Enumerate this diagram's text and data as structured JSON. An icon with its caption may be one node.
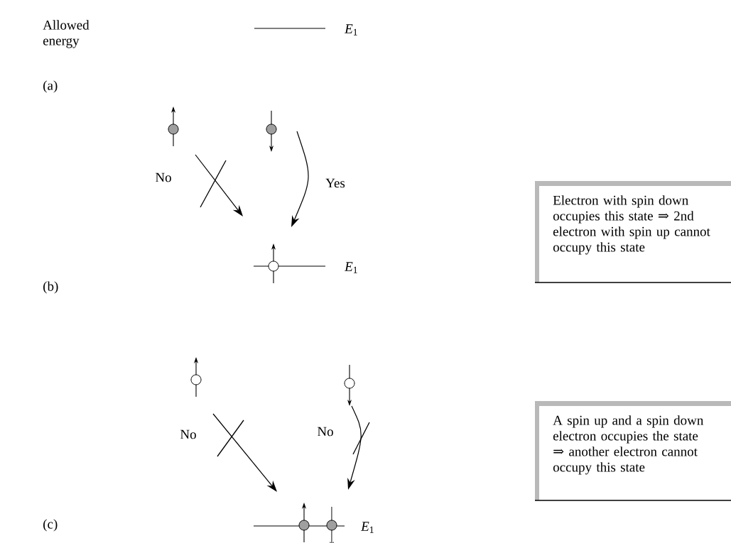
{
  "diagram": {
    "nodes": [
      {
        "text": [],
        "shape": "circle"
      },
      {
        "text": [],
        "shape": "circle"
      },
      {
        "text": [],
        "shape": "circle"
      },
      {
        "text": [
          "Electron with spin down occupies this state ⇒ 2nd electron with spin up cannot occupy this state"
        ]
      },
      {
        "text": [],
        "shape": "circle"
      },
      {
        "text": [],
        "shape": "circle"
      },
      {
        "text": [],
        "shape": "circle"
      },
      {
        "text": [],
        "shape": "circle"
      },
      {
        "text": [
          "A spin up and a spin down electron occupies the state ⇒ another electron cannot occupy this state"
        ]
      }
    ],
    "edges": [
      {
        "from": 0,
        "to": 2,
        "arrow": "to",
        "label": "No"
      },
      {
        "from": 1,
        "to": 2,
        "arrow": "to",
        "label": "Yes"
      },
      {
        "from": 4,
        "to": 6,
        "arrow": "to",
        "label": "No"
      },
      {
        "from": 5,
        "to": 7,
        "arrow": "to",
        "label": "No"
      }
    ],
    "labels": [
      "Allowed energy",
      "*E*$_{1}$",
      "(a)",
      "(b)",
      "*E*$_{1}$",
      "(c)",
      "*E*$_{1}$"
    ]
  }
}
